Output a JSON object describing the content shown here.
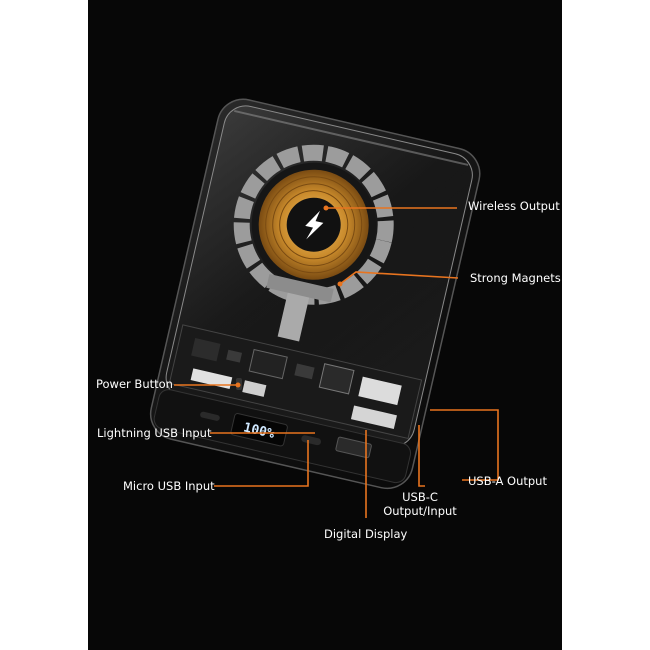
{
  "labels": {
    "wireless_output": "Wireless Output",
    "strong_magnets": "Strong Magnets",
    "power_button": "Power Button",
    "lightning_usb_input": "Lightning USB Input",
    "micro_usb_input": "Micro USB Input",
    "usb_a_output": "USB-A Output",
    "usb_c_output_input_line1": "USB-C",
    "usb_c_output_input_line2": "Output/Input",
    "digital_display": "Digital Display"
  },
  "display_readout": "100%",
  "colors": {
    "background": "#070707",
    "callout_line": "#e8741f",
    "label_text": "#ffffff",
    "coil": "#c98a2b",
    "display_digits": "#cfe8ff"
  },
  "icons": {
    "coil_center": "lightning-bolt-icon"
  }
}
